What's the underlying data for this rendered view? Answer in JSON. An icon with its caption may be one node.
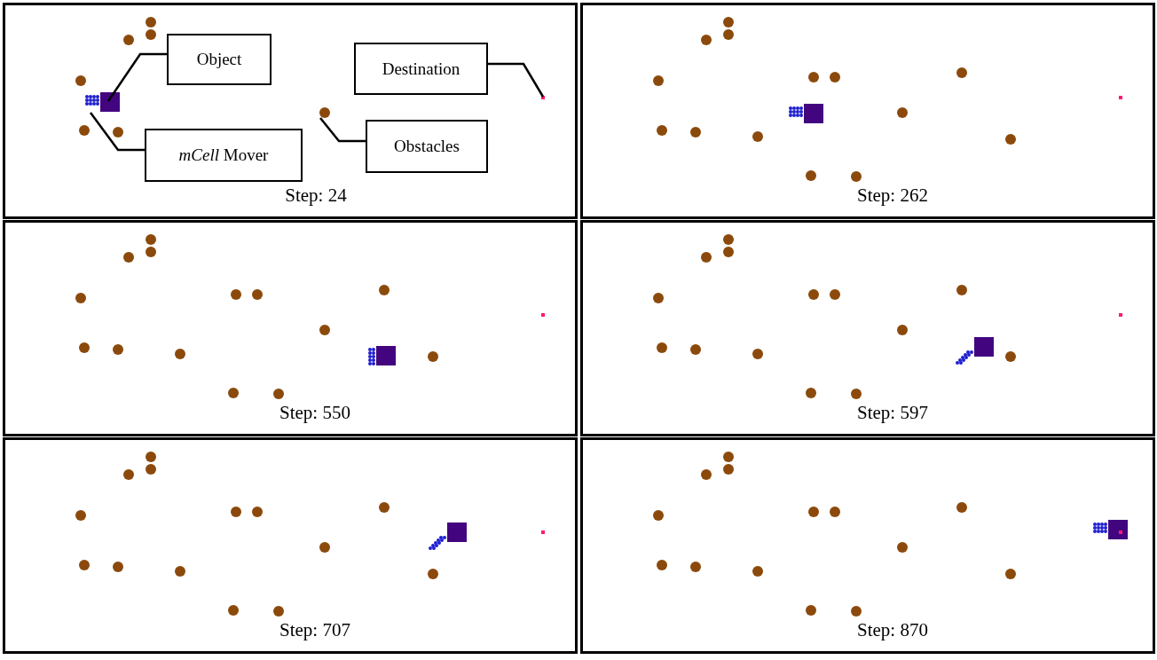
{
  "diagram": {
    "nodes": [
      {
        "text": [
          "Object"
        ]
      },
      {
        "text": [
          "Destination"
        ]
      },
      {
        "text": [
          "*mCell* Mover"
        ]
      },
      {
        "text": [
          "Obstacles"
        ]
      },
      {
        "text": [],
        "shape": "circle"
      },
      {
        "text": [],
        "shape": "box"
      },
      {
        "text": [],
        "shape": "circle"
      },
      {
        "text": [],
        "shape": "box"
      }
    ],
    "edges": [
      {
        "from": 0,
        "to": 5,
        "arrow": "none"
      },
      {
        "from": 1,
        "to": 7,
        "arrow": "none"
      },
      {
        "from": 2,
        "to": 4,
        "arrow": "none"
      },
      {
        "from": 3,
        "to": 6,
        "arrow": "none"
      }
    ],
    "labels": [
      "Step: 24",
      "Step: 262",
      "Step: 550",
      "Step: 597",
      "Step: 707",
      "Step: 870"
    ]
  }
}
